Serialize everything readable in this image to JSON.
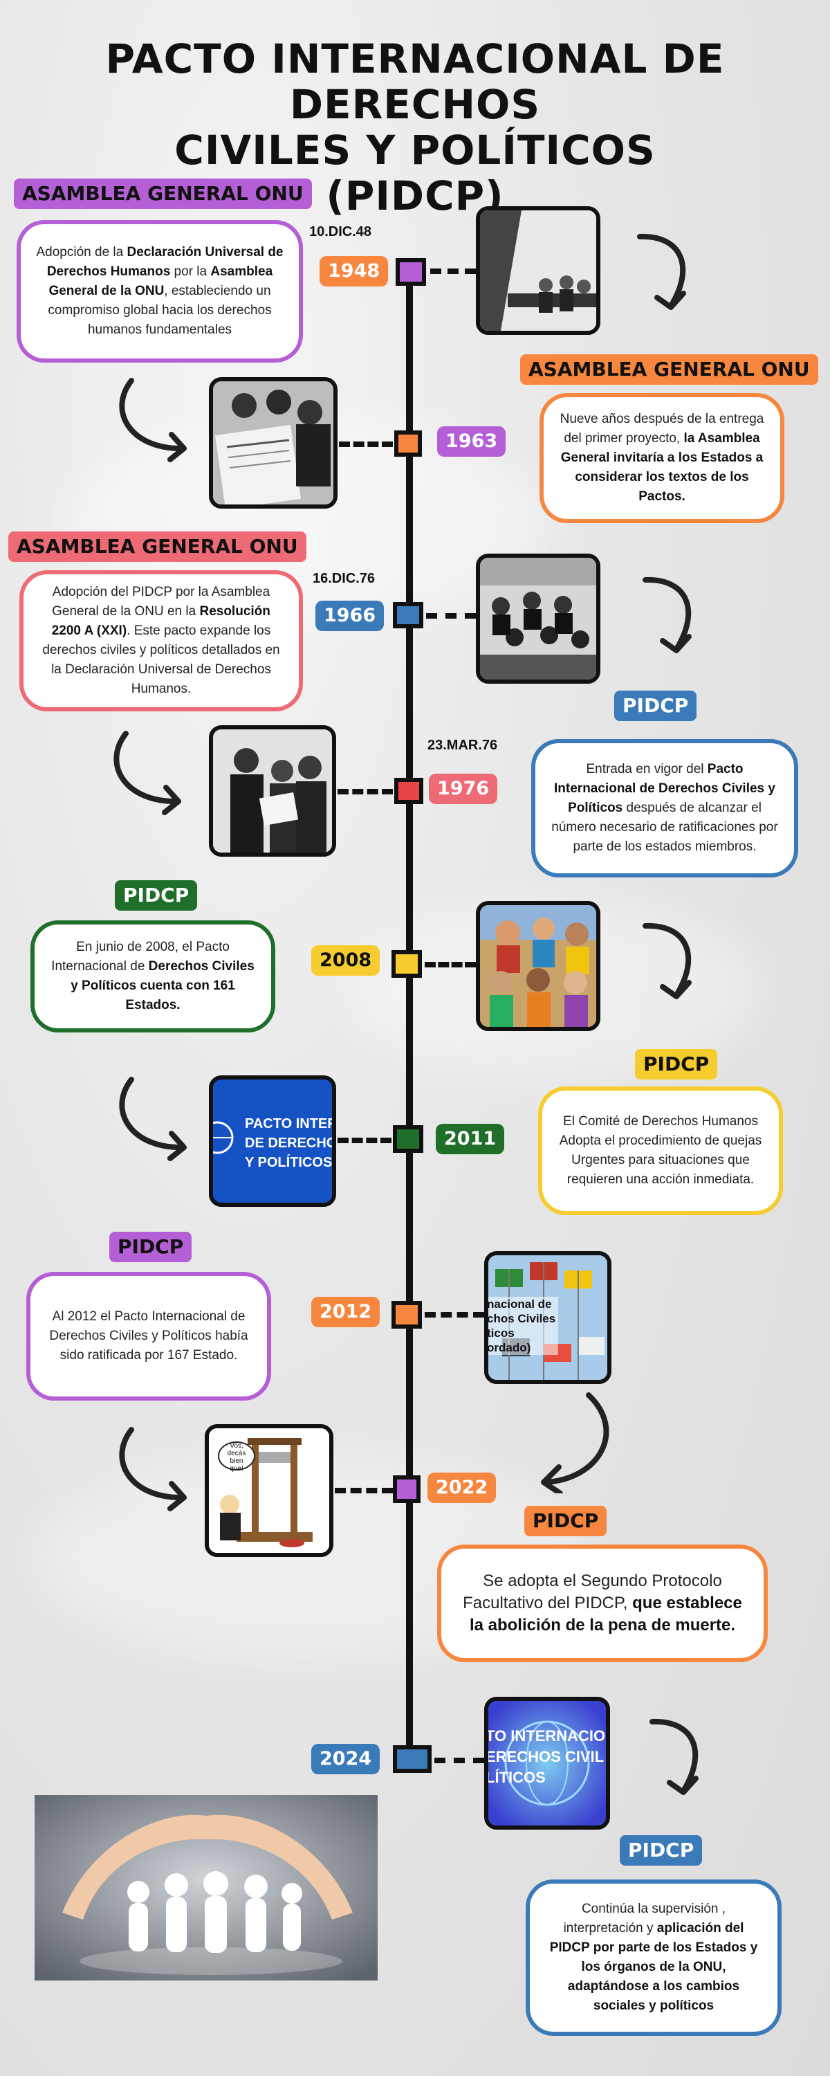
{
  "title": [
    "PACTO INTERNACIONAL DE DERECHOS",
    "CIVILES Y POLÍTICOS",
    "(PIDCP)"
  ],
  "colors": {
    "purple": "#b55fd6",
    "orange": "#f7873e",
    "pink": "#ee6a75",
    "blue": "#3b7ab8",
    "red": "#e84545",
    "yellow": "#f7cc2e",
    "green": "#1f6f2b"
  },
  "events": [
    {
      "year": "1948",
      "date": "10.DIC.48",
      "label": "ASAMBLEA GENERAL ONU",
      "parts": [
        [
          "Adopción de la ",
          false
        ],
        [
          "Declaración Universal de Derechos Humanos",
          true
        ],
        [
          " por la ",
          false
        ],
        [
          "Asamblea General de la ONU",
          true
        ],
        [
          ", estableciendo un compromiso global hacia los derechos humanos fundamentales",
          false
        ]
      ]
    },
    {
      "year": "1963",
      "label": "ASAMBLEA GENERAL ONU",
      "parts": [
        [
          "Nueve años después de la entrega del primer proyecto, ",
          false
        ],
        [
          "la Asamblea General invitaría a los Estados a considerar los textos de los Pactos.",
          true
        ]
      ]
    },
    {
      "year": "1966",
      "date": "16.DIC.76",
      "label": "ASAMBLEA GENERAL ONU",
      "parts": [
        [
          "Adopción del PIDCP por la Asamblea General de la ONU en la ",
          false
        ],
        [
          "Resolución 2200 A (XXI)",
          true
        ],
        [
          ". Este pacto expande los derechos civiles y políticos detallados en la Declaración Universal de Derechos Humanos.",
          false
        ]
      ]
    },
    {
      "year": "1976",
      "date": "23.MAR.76",
      "label": "PIDCP",
      "parts": [
        [
          "Entrada en vigor del ",
          false
        ],
        [
          "Pacto Internacional de Derechos Civiles y Políticos",
          true
        ],
        [
          " después de alcanzar el número necesario de ratificaciones por parte de los estados miembros.",
          false
        ]
      ]
    },
    {
      "year": "2008",
      "label": "PIDCP",
      "parts": [
        [
          "En junio de 2008, el Pacto Internacional de ",
          false
        ],
        [
          "Derechos Civiles y Políticos cuenta con 161 Estados.",
          true
        ]
      ]
    },
    {
      "year": "2011",
      "label": "PIDCP",
      "parts": [
        [
          "El Comité de Derechos Humanos Adopta el procedimiento de quejas Urgentes para situaciones que requieren una acción inmediata.",
          false
        ]
      ]
    },
    {
      "year": "2012",
      "label": "PIDCP",
      "parts": [
        [
          "Al 2012 el Pacto Internacional de Derechos Civiles y Políticos había sido ratificada por 167 Estado.",
          false
        ]
      ]
    },
    {
      "year": "2022",
      "label": "PIDCP",
      "parts": [
        [
          "Se adopta el Segundo Protocolo Facultativo del PIDCP, ",
          false
        ],
        [
          "que establece la abolición de la pena de muerte.",
          true
        ]
      ]
    },
    {
      "year": "2024",
      "label": "PIDCP",
      "parts": [
        [
          "Continúa la supervisión , interpretación y ",
          false
        ],
        [
          "aplicación del PIDCP por parte de los Estados y los órganos de la ONU, adaptándose a los cambios sociales y políticos",
          true
        ]
      ]
    }
  ],
  "images": {
    "logo_text": [
      "PACTO INTERNAC",
      "DE DERECHOS CI",
      "Y POLÍTICOS"
    ],
    "flags_text": [
      "nacional de",
      "chos Civiles",
      "ticos",
      "ordado)"
    ],
    "globe_text": [
      "TO INTERNACIO",
      "ERECHOS CIVIL",
      "LÍTICOS"
    ],
    "speech": [
      "Vos,",
      "decás bien",
      "que!"
    ]
  }
}
